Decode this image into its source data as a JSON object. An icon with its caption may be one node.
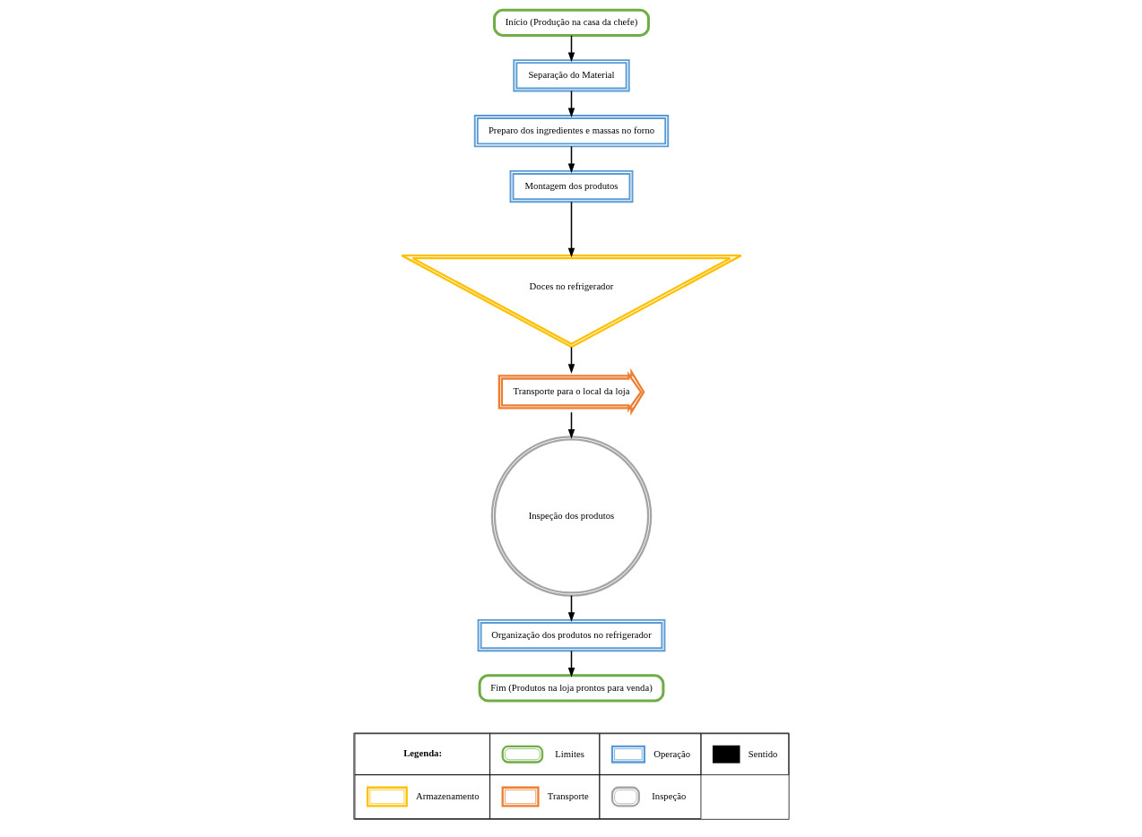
{
  "diagram": {
    "nodes": [
      {
        "text": [
          "Início (Produção na casa da chefe)"
        ]
      },
      {
        "text": [
          "Separação do Material"
        ]
      },
      {
        "text": [
          "Preparo dos ingredientes e massas no forno"
        ]
      },
      {
        "text": [
          "Montagem dos produtos"
        ]
      },
      {
        "text": [
          "Doces no refrigerador"
        ]
      },
      {
        "text": [
          "Transporte para o local da loja"
        ]
      },
      {
        "text": [
          "Inspeção dos produtos"
        ]
      },
      {
        "text": [
          "Organização dos produtos no refrigerador"
        ]
      },
      {
        "text": [
          "Fim (Produtos na loja prontos para venda)"
        ]
      }
    ],
    "edges": [
      {
        "from": 0,
        "to": 1,
        "arrow": "to"
      },
      {
        "from": 1,
        "to": 2,
        "arrow": "to"
      },
      {
        "from": 2,
        "to": 3,
        "arrow": "to"
      },
      {
        "from": 3,
        "to": 4,
        "arrow": "to"
      },
      {
        "from": 4,
        "to": 5,
        "arrow": "to"
      },
      {
        "from": 5,
        "to": 6,
        "arrow": "to"
      },
      {
        "from": 6,
        "to": 7,
        "arrow": "to"
      },
      {
        "from": 7,
        "to": 8,
        "arrow": "to"
      }
    ],
    "labels": [
      "Legenda:"
    ],
    "legend": [
      {
        "text": "Limites"
      },
      {
        "text": "Operação"
      },
      {
        "text": "Sentido"
      },
      {
        "text": "Armazenamento"
      },
      {
        "text": "Transporte"
      },
      {
        "text": "Inspeção"
      }
    ]
  }
}
